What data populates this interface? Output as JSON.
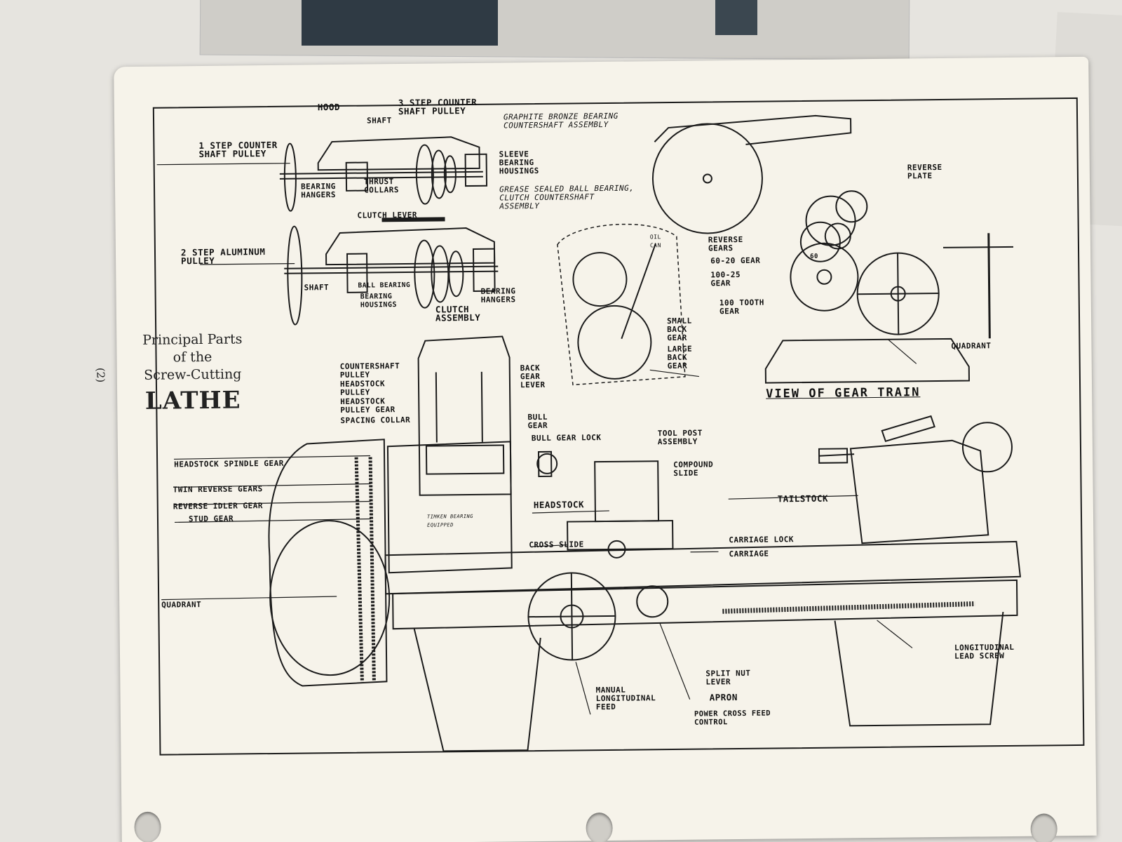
{
  "page": {
    "page_number": "(2)",
    "title_lines": [
      "Principal Parts",
      "of the",
      "Screw-Cutting"
    ],
    "title_main": "LATHE"
  },
  "labels": {
    "hood": "HOOD",
    "three_step": "3 STEP COUNTER\nSHAFT PULLEY",
    "shaft_top": "SHAFT",
    "graphite": "GRAPHITE BRONZE BEARING\nCOUNTERSHAFT ASSEMBLY",
    "one_step": "1 STEP COUNTER\nSHAFT PULLEY",
    "sleeve": "SLEEVE\nBEARING\nHOUSINGS",
    "bearing_hangers_top": "BEARING\nHANGERS",
    "thrust": "THRUST\nCOLLARS",
    "grease": "GREASE SEALED BALL BEARING,\nCLUTCH COUNTERSHAFT\nASSEMBLY",
    "clutch_lever": "CLUTCH LEVER",
    "two_step": "2 STEP ALUMINUM\nPULLEY",
    "shaft_bottom": "SHAFT",
    "ball_bearing": "BALL BEARING",
    "bearing_housings": "BEARING\nHOUSINGS",
    "clutch_assembly": "CLUTCH\nASSEMBLY",
    "bearing_hangers_bottom": "BEARING\nHANGERS",
    "oil_can": "OIL\nCAN",
    "small_back_gear": "SMALL\nBACK\nGEAR",
    "large_back_gear": "LARGE\nBACK\nGEAR",
    "reverse_plate": "REVERSE\nPLATE",
    "reverse_gears": "REVERSE\nGEARS",
    "gear_60_20": "60-20 GEAR",
    "gear_100_25": "100-25\nGEAR",
    "gear_100_tooth": "100 TOOTH\nGEAR",
    "quadrant_right": "QUADRANT",
    "view_gear_train": "VIEW OF GEAR TRAIN",
    "countershaft_pulley": "COUNTERSHAFT\nPULLEY",
    "headstock_pulley": "HEADSTOCK\nPULLEY",
    "headstock_pulley_gear": "HEADSTOCK\nPULLEY GEAR",
    "spacing_collar": "SPACING COLLAR",
    "back_gear_lever": "BACK\nGEAR\nLEVER",
    "bull_gear": "BULL\nGEAR",
    "bull_gear_lock": "BULL GEAR LOCK",
    "tool_post": "TOOL POST\nASSEMBLY",
    "compound_slide": "COMPOUND\nSLIDE",
    "tailstock": "TAILSTOCK",
    "headstock_spindle_gear": "HEADSTOCK SPINDLE GEAR",
    "twin_reverse": "TWIN REVERSE GEARS",
    "reverse_idler": "REVERSE IDLER GEAR",
    "stud_gear": "STUD GEAR",
    "headstock": "HEADSTOCK",
    "cross_slide": "CROSS SLIDE",
    "carriage_lock": "CARRIAGE LOCK",
    "carriage": "CARRIAGE",
    "quadrant_left": "QUADRANT",
    "longitudinal": "LONGITUDINAL\nLEAD SCREW",
    "split_nut": "SPLIT NUT\nLEVER",
    "apron": "APRON",
    "manual_feed": "MANUAL\nLONGITUDINAL\nFEED",
    "power_cross": "POWER CROSS FEED\nCONTROL",
    "gear_60_mark": "60",
    "plate_text": "TIMKEN BEARING\nEQUIPPED"
  },
  "colors": {
    "ink": "#1b1b1b",
    "paper": "#f6f3ea"
  }
}
